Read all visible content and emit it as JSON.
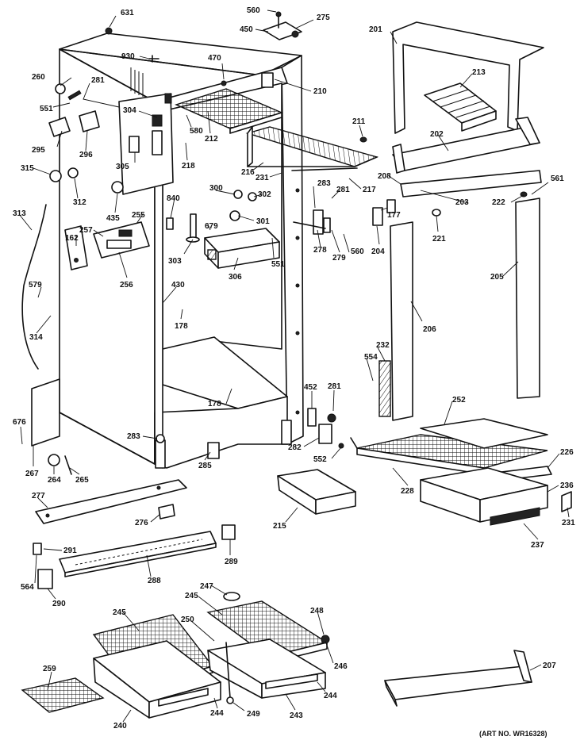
{
  "labels": {
    "p631": "631",
    "p560a": "560",
    "p275": "275",
    "p450": "450",
    "p201": "201",
    "p930": "930",
    "p470": "470",
    "p260": "260",
    "p281a": "281",
    "p210": "210",
    "p213": "213",
    "p551a": "551",
    "p304": "304",
    "p580": "580",
    "p212": "212",
    "p211": "211",
    "p295": "295",
    "p296": "296",
    "p202": "202",
    "p305": "305",
    "p218": "218",
    "p315": "315",
    "p216": "216",
    "p231a": "231",
    "p208": "208",
    "p561": "561",
    "p312": "312",
    "p840": "840",
    "p300": "300",
    "p302": "302",
    "p283a": "283",
    "p281b": "281",
    "p217": "217",
    "p435": "435",
    "p255": "255",
    "p679": "679",
    "p301": "301",
    "p177": "177",
    "p222": "222",
    "p203": "203",
    "p313": "313",
    "p257": "257",
    "p162": "162",
    "p278": "278",
    "p279": "279",
    "p560b": "560",
    "p204": "204",
    "p221": "221",
    "p303": "303",
    "p551b": "551",
    "p306": "306",
    "p256": "256",
    "p205": "205",
    "p579": "579",
    "p430": "430",
    "p178a": "178",
    "p206": "206",
    "p314": "314",
    "p232": "232",
    "p554": "554",
    "p452": "452",
    "p281c": "281",
    "p178b": "178",
    "p252": "252",
    "p676": "676",
    "p283b": "283",
    "p282": "282",
    "p552": "552",
    "p226": "226",
    "p267": "267",
    "p264": "264",
    "p265": "265",
    "p285": "285",
    "p228": "228",
    "p236": "236",
    "p277": "277",
    "p215": "215",
    "p231b": "231",
    "p276": "276",
    "p237": "237",
    "p291": "291",
    "p289": "289",
    "p564": "564",
    "p288": "288",
    "p290": "290",
    "p247": "247",
    "p245a": "245",
    "p245b": "245",
    "p248": "248",
    "p250": "250",
    "p246": "246",
    "p207": "207",
    "p259": "259",
    "p244a": "244",
    "p244b": "244",
    "p240": "240",
    "p249": "249",
    "p243": "243"
  },
  "art_number": "(ART NO. WR16328)"
}
